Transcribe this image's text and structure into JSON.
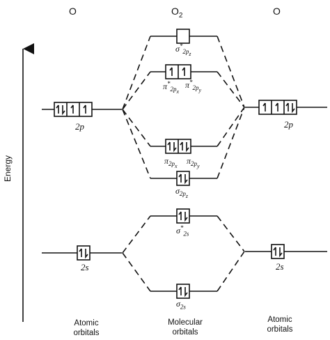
{
  "header": {
    "left_atom": "O",
    "molecule_base": "O",
    "molecule_sub": "2",
    "right_atom": "O"
  },
  "axis": {
    "label": "Energy"
  },
  "atomic_left": {
    "p_label": "2p",
    "s_label": "2s",
    "caption_line1": "Atomic",
    "caption_line2": "orbitals",
    "p_occupancy": [
      "pair",
      "up",
      "up"
    ],
    "s_occupancy": [
      "pair"
    ]
  },
  "atomic_right": {
    "p_label": "2p",
    "s_label": "2s",
    "caption_line1": "Atomic",
    "caption_line2": "orbitals",
    "p_occupancy": [
      "up",
      "up",
      "pair"
    ],
    "s_occupancy": [
      "pair"
    ]
  },
  "molecular": {
    "caption_line1": "Molecular",
    "caption_line2": "orbitals",
    "sigma_2pz_star": {
      "sym": "σ",
      "star": "*",
      "sub": "2p",
      "subsub": "z",
      "occupancy": [
        "empty"
      ]
    },
    "pi_2p_star": {
      "x_sym": "π",
      "x_star": "*",
      "x_sub": "2p",
      "x_subsub": "x",
      "y_sym": "π",
      "y_star": "*",
      "y_sub": "2p",
      "y_subsub": "y",
      "occupancy": [
        "up",
        "up"
      ]
    },
    "pi_2p": {
      "x_sym": "π",
      "x_sub": "2p",
      "x_subsub": "x",
      "y_sym": "π",
      "y_sub": "2p",
      "y_subsub": "y",
      "occupancy": [
        "pair",
        "pair"
      ]
    },
    "sigma_2pz": {
      "sym": "σ",
      "sub": "2p",
      "subsub": "z",
      "occupancy": [
        "pair"
      ]
    },
    "sigma_2s_star": {
      "sym": "σ",
      "star": "*",
      "sub": "2s",
      "occupancy": [
        "pair"
      ]
    },
    "sigma_2s": {
      "sym": "σ",
      "sub": "2s",
      "occupancy": [
        "pair"
      ]
    }
  }
}
